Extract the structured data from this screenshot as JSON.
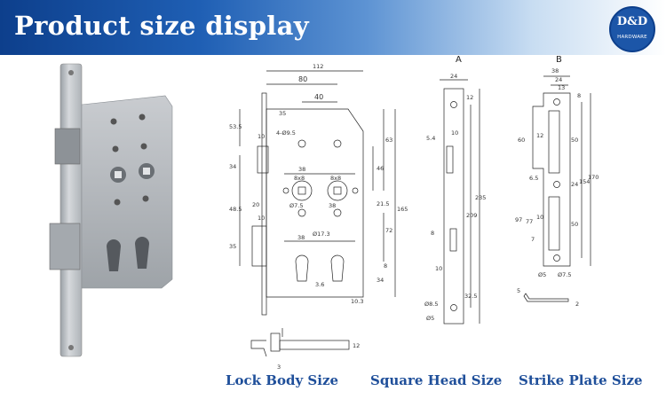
{
  "header": {
    "title": "Product size display"
  },
  "logo": {
    "main": "D&D",
    "sub": "HARDWARE"
  },
  "colors": {
    "banner": "#1f5fb4",
    "caption": "#1f4f9a",
    "metal": "#c3c7cc"
  },
  "captions": {
    "lock_body": "Lock Body Size",
    "square_head": "Square Head Size",
    "strike_plate": "Strike Plate Size"
  },
  "view_labels": {
    "a": "A",
    "b": "B"
  },
  "dims_lock": {
    "d112": "112",
    "d80": "80",
    "d40": "40",
    "d35": "35",
    "d53_5": "53.5",
    "d10a": "10",
    "d4phi": "4-Ø9.5",
    "d34": "34",
    "d38a": "38",
    "d8x8a": "8x8",
    "d8x8b": "8x8",
    "d46": "46",
    "d63": "63",
    "d48_5": "48.5",
    "d20": "20",
    "d10b": "10",
    "d7_5": "Ø7.5",
    "d38b": "38",
    "d21_5": "21.5",
    "d165": "165",
    "d72": "72",
    "d17_3": "Ø17.3",
    "d35b": "35",
    "d38c": "38",
    "d8": "8",
    "d3_6": "3.6",
    "d34b": "34",
    "d10_3": "10.3",
    "d12": "12",
    "d3": "3"
  },
  "dims_square": {
    "d24": "24",
    "d12": "12",
    "d5_4": "5.4",
    "d10a": "10",
    "d209": "209",
    "d235": "235",
    "d8": "8",
    "d10b": "10",
    "d32_5": "32.5",
    "d8_5": "Ø8.5",
    "d5": "Ø5"
  },
  "dims_strike": {
    "d38": "38",
    "d24": "24",
    "d13": "13",
    "d8": "8",
    "d60": "60",
    "d12": "12",
    "d50a": "50",
    "d6_5": "6.5",
    "d24b": "24",
    "d154": "154",
    "d170": "170",
    "d97": "97",
    "d77": "77",
    "d10": "10",
    "d7": "7",
    "d50b": "50",
    "d5": "Ø5",
    "d7_5": "Ø7.5",
    "d5b": "5",
    "d2": "2"
  }
}
